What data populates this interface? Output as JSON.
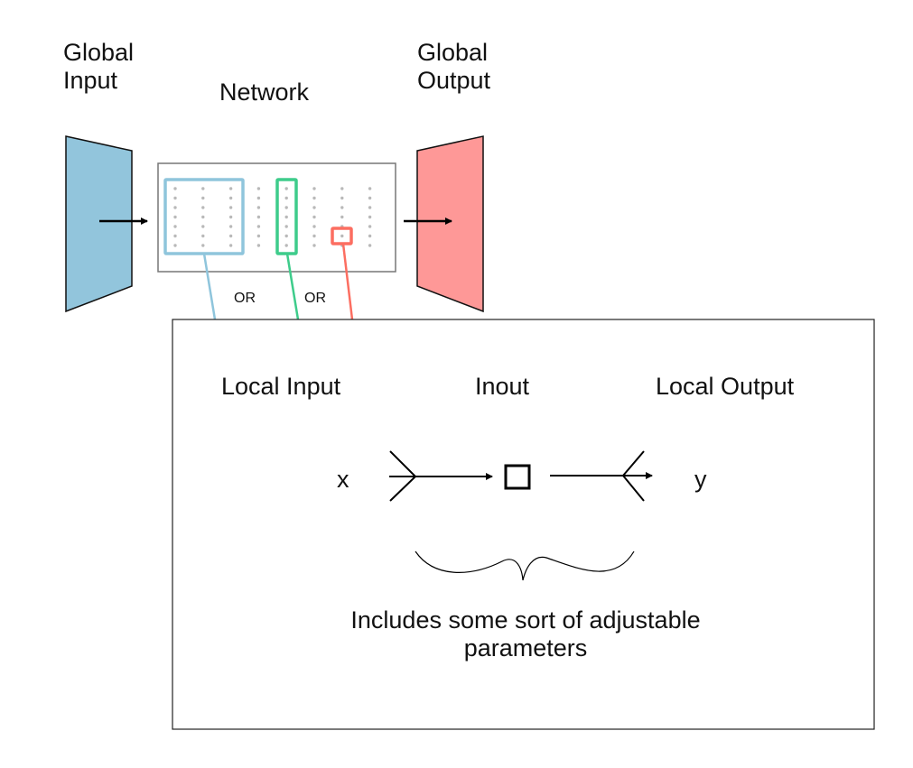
{
  "global_input": {
    "line1": "Global",
    "line2": "Input",
    "color": "#92c5dc"
  },
  "network": {
    "label": "Network",
    "rows": 7,
    "cols": 8
  },
  "global_output": {
    "line1": "Global",
    "line2": "Output",
    "color": "#fe9897"
  },
  "selections": [
    {
      "name": "layer-group",
      "color": "#8fc5dc"
    },
    {
      "name": "single-layer",
      "color": "#3ecc8b"
    },
    {
      "name": "single-neuron",
      "color": "#fc6e61"
    }
  ],
  "or_labels": [
    "OR",
    "OR"
  ],
  "detail": {
    "local_input": "Local Input",
    "inout": "Inout",
    "local_output": "Local Output",
    "x": "x",
    "y": "y",
    "caption_line1": "Includes some sort of adjustable",
    "caption_line2": "parameters"
  }
}
